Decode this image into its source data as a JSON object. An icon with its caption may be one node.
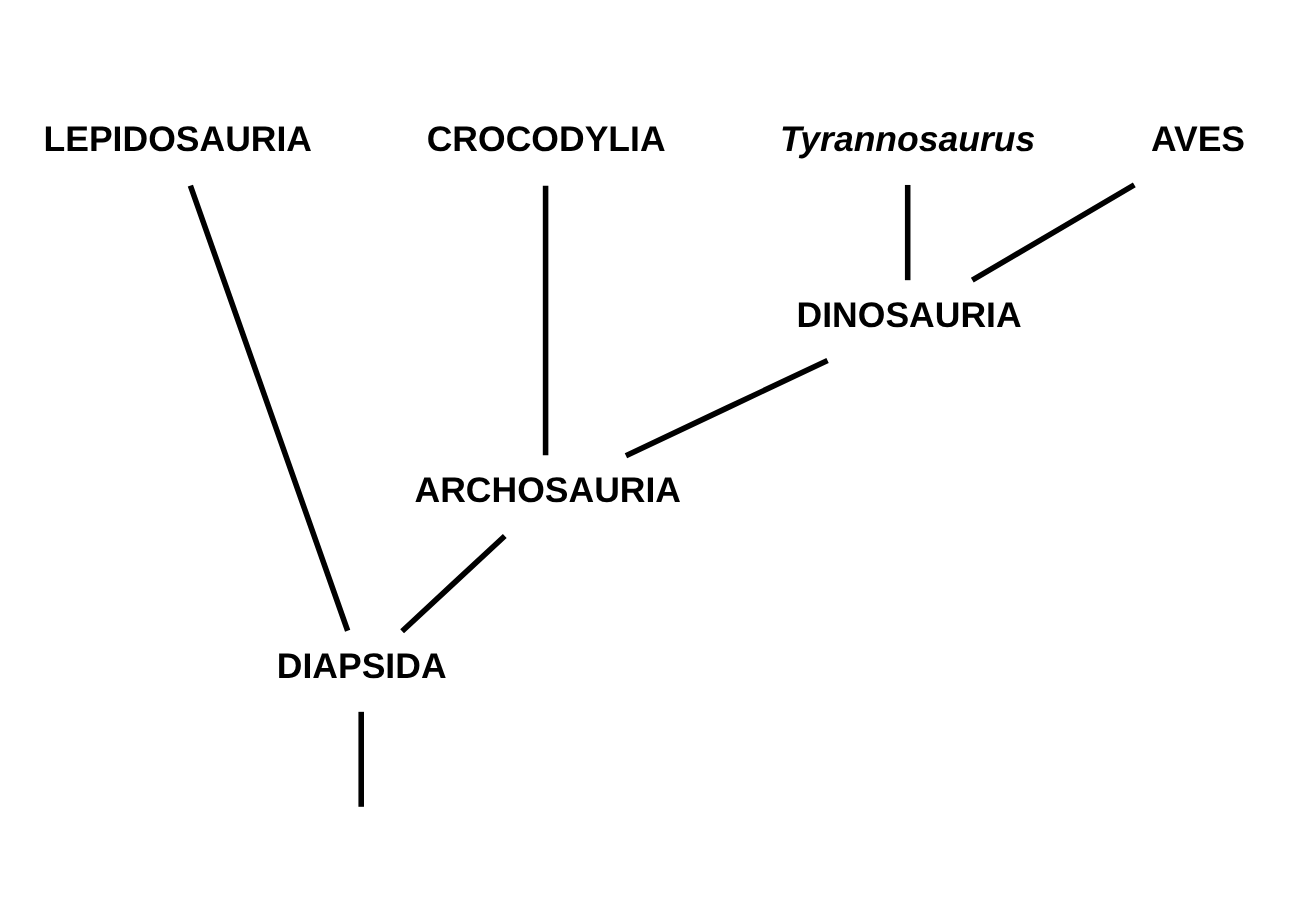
{
  "diagram": {
    "nodes": [
      {
        "text": [
          "LEPIDOSAURIA"
        ]
      },
      {
        "text": [
          "CROCODYLIA"
        ]
      },
      {
        "text": [
          "Tyrannosaurus"
        ]
      },
      {
        "text": [
          "AVES"
        ]
      },
      {
        "text": [
          "DIAPSIDA"
        ]
      },
      {
        "text": [
          "ARCHOSAURIA"
        ]
      },
      {
        "text": [
          "DINOSAURIA"
        ]
      }
    ],
    "edges": [
      {
        "from": null,
        "to": 4,
        "arrow": "none"
      },
      {
        "from": 4,
        "to": 0,
        "arrow": "none"
      },
      {
        "from": 4,
        "to": 5,
        "arrow": "none"
      },
      {
        "from": 5,
        "to": 1,
        "arrow": "none"
      },
      {
        "from": 5,
        "to": 6,
        "arrow": "none"
      },
      {
        "from": 6,
        "to": 2,
        "arrow": "none"
      },
      {
        "from": 6,
        "to": 3,
        "arrow": "none"
      }
    ]
  }
}
